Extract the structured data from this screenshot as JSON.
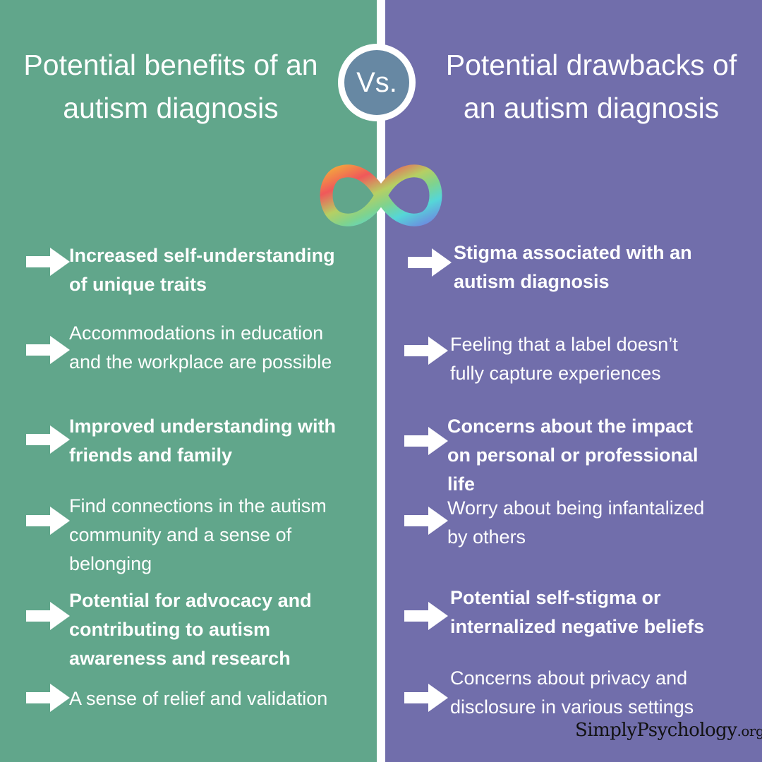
{
  "left": {
    "heading": [
      "Potential benefits of an",
      "autism diagnosis"
    ],
    "items": [
      {
        "lines": [
          "Increased self-understanding",
          "of unique traits"
        ],
        "bold": true
      },
      {
        "lines": [
          "Accommodations in education",
          "and the workplace are possible"
        ],
        "bold": false
      },
      {
        "lines": [
          "Improved understanding with",
          "friends and family"
        ],
        "bold": true
      },
      {
        "lines": [
          "Find connections in the autism",
          "community and a sense of",
          "belonging"
        ],
        "bold": false
      },
      {
        "lines": [
          "Potential for advocacy and",
          "contributing to autism",
          "awareness and research"
        ],
        "bold": true
      },
      {
        "lines": [
          "A sense of relief and validation"
        ],
        "bold": false
      }
    ]
  },
  "right": {
    "heading": [
      "Potential drawbacks of",
      "an autism diagnosis"
    ],
    "items": [
      {
        "lines": [
          "Stigma associated with an",
          "autism diagnosis"
        ],
        "bold": true
      },
      {
        "lines": [
          "Feeling that a label doesn’t",
          "fully capture experiences"
        ],
        "bold": false
      },
      {
        "lines": [
          "Concerns about the impact",
          "on personal or professional",
          "life"
        ],
        "bold": true
      },
      {
        "lines": [
          "Worry about being infantalized",
          "by others"
        ],
        "bold": false
      },
      {
        "lines": [
          "Potential self-stigma or",
          "internalized negative beliefs"
        ],
        "bold": true
      },
      {
        "lines": [
          "Concerns about privacy and",
          "disclosure in various settings"
        ],
        "bold": false
      }
    ]
  },
  "vs_label": "Vs.",
  "watermark": {
    "main": "SimplyPsychology",
    "suffix": ".org"
  },
  "colors": {
    "left_panel": "#61a68b",
    "right_panel": "#716eab",
    "vs_circle": "#6788a3",
    "divider": "#ffffff"
  },
  "icons": {
    "arrow": "right-arrow-icon",
    "symbol": "rainbow-infinity-icon"
  }
}
